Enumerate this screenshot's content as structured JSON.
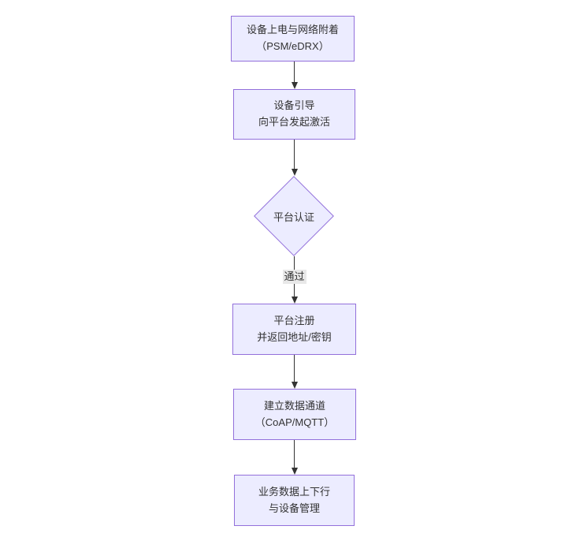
{
  "diagram": {
    "type": "flowchart",
    "direction": "top-down",
    "colors": {
      "background": "#ffffff",
      "node_fill": "#ECECFF",
      "node_border": "#9370DB",
      "edge_color": "#333333",
      "text_color": "#333333",
      "edge_label_bg": "#e8e8e8"
    },
    "nodes": [
      {
        "id": "power-on",
        "shape": "rect",
        "lines": [
          "设备上电与网络附着",
          "（PSM/eDRX）"
        ]
      },
      {
        "id": "bootstrap",
        "shape": "rect",
        "lines": [
          "设备引导",
          "向平台发起激活"
        ]
      },
      {
        "id": "platform-auth",
        "shape": "diamond",
        "lines": [
          "平台认证"
        ]
      },
      {
        "id": "platform-register",
        "shape": "rect",
        "lines": [
          "平台注册",
          "并返回地址/密钥"
        ]
      },
      {
        "id": "data-channel",
        "shape": "rect",
        "lines": [
          "建立数据通道",
          "（CoAP/MQTT）"
        ]
      },
      {
        "id": "business-data",
        "shape": "rect",
        "lines": [
          "业务数据上下行",
          "与设备管理"
        ]
      }
    ],
    "edges": [
      {
        "from": "power-on",
        "to": "bootstrap",
        "label": ""
      },
      {
        "from": "bootstrap",
        "to": "platform-auth",
        "label": ""
      },
      {
        "from": "platform-auth",
        "to": "platform-register",
        "label": "通过"
      },
      {
        "from": "platform-register",
        "to": "data-channel",
        "label": ""
      },
      {
        "from": "data-channel",
        "to": "business-data",
        "label": ""
      }
    ]
  }
}
